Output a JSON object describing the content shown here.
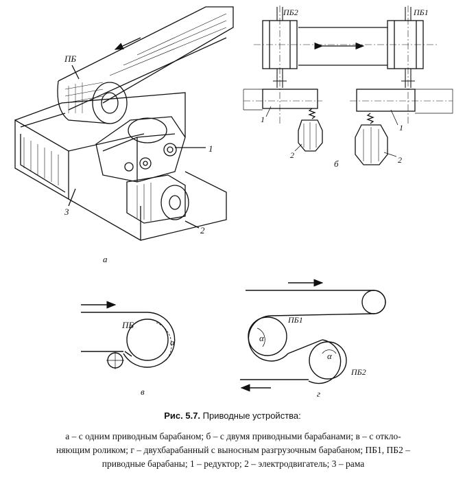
{
  "labels": {
    "a": {
      "letter": "а",
      "pb": "ПБ",
      "n1": "1",
      "n2": "2",
      "n3": "3"
    },
    "b": {
      "letter": "б",
      "pb2": "ПБ2",
      "pb1": "ПБ1",
      "n1_left": "1",
      "n1_right": "1",
      "n2_left": "2",
      "n2_right": "2"
    },
    "v": {
      "letter": "в",
      "pb": "ПБ",
      "alpha": "α"
    },
    "g": {
      "letter": "г",
      "pb1": "ПБ1",
      "pb2": "ПБ2",
      "alpha1": "α",
      "alpha2": "α"
    }
  },
  "caption": {
    "prefix": "Рис. 5.7.",
    "title": "Приводные устройства:",
    "line1": "а – с одним приводным барабаном; б – с двумя приводными барабанами; в – с откло-",
    "line2": "няющим роликом; г – двухбарабанный с выносным разгрузочным барабаном; ПБ1, ПБ2 –",
    "line3": "приводные барабаны; 1 – редуктор; 2 – электродвигатель; 3 – рама"
  }
}
